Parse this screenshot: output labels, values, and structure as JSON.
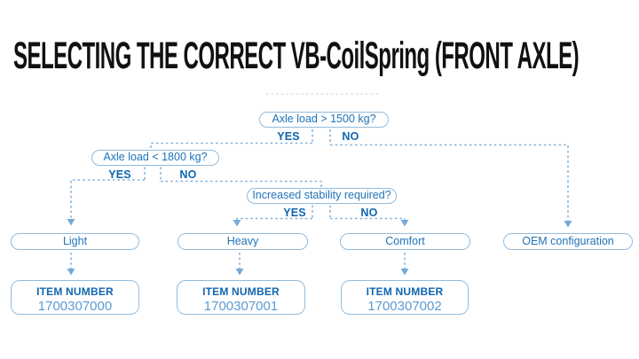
{
  "title": "SELECTING THE CORRECT VB-CoilSpring (FRONT AXLE)",
  "colors": {
    "title_text": "#111111",
    "node_border": "#92bbdd",
    "node_text": "#1f73b8",
    "branch_label_text": "#0e66ae",
    "item_label_text": "#1266b0",
    "item_number_text": "#5b9bd3",
    "connector": "#86b3da",
    "arrowhead": "#76aad7",
    "background": "#ffffff"
  },
  "flowchart": {
    "decisions": [
      {
        "question": "Axle load > 1500 kg?",
        "yes_label": "YES",
        "no_label": "NO"
      },
      {
        "question": "Axle load < 1800 kg?",
        "yes_label": "YES",
        "no_label": "NO"
      },
      {
        "question": "Increased stability required?",
        "yes_label": "YES",
        "no_label": "NO"
      }
    ],
    "results": [
      {
        "label": "Light"
      },
      {
        "label": "Heavy"
      },
      {
        "label": "Comfort"
      },
      {
        "label": "OEM configuration"
      }
    ],
    "items": [
      {
        "label": "ITEM NUMBER",
        "number": "1700307000"
      },
      {
        "label": "ITEM NUMBER",
        "number": "1700307001"
      },
      {
        "label": "ITEM NUMBER",
        "number": "1700307002"
      }
    ]
  }
}
